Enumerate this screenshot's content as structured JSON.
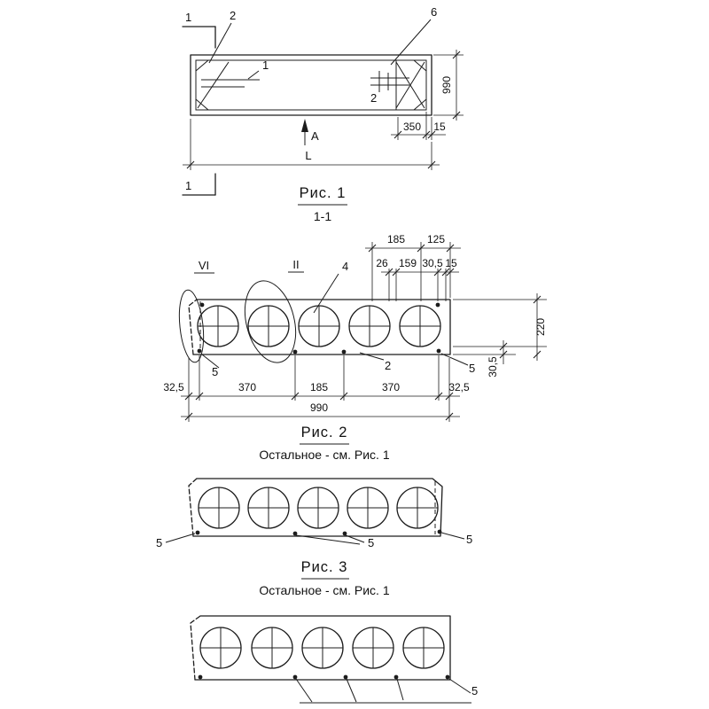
{
  "fig1": {
    "caption": "Рис. 1",
    "section_title": "1-1",
    "view_label": "А",
    "dim_height": "990",
    "dim_350": "350",
    "dim_15": "15",
    "dim_length": "L",
    "section_mark_top": "1",
    "section_mark_bottom": "1",
    "callout_2_top": "2",
    "callout_6": "6",
    "callout_1_inner": "1",
    "callout_2_inner": "2"
  },
  "fig2": {
    "caption": "Рис. 2",
    "note": "Остальное - см. Рис. 1",
    "detail_vi": "VI",
    "detail_ii": "II",
    "callout_4": "4",
    "callout_2": "2",
    "callout_5_left": "5",
    "callout_5_right": "5",
    "dim_185_top": "185",
    "dim_125": "125",
    "dim_26": "26",
    "dim_159": "159",
    "dim_305_top": "30,5",
    "dim_15": "15",
    "dim_220": "220",
    "dim_305_right": "30,5",
    "dim_325_left": "32,5",
    "dim_370_left": "370",
    "dim_185_bottom": "185",
    "dim_370_right": "370",
    "dim_325_right": "32,5",
    "dim_990": "990"
  },
  "fig3": {
    "caption": "Рис. 3",
    "note": "Остальное - см. Рис. 1",
    "callout_5_left": "5",
    "callout_5_mid": "5",
    "callout_5_right": "5"
  },
  "fig4": {
    "callout_5": "5"
  }
}
